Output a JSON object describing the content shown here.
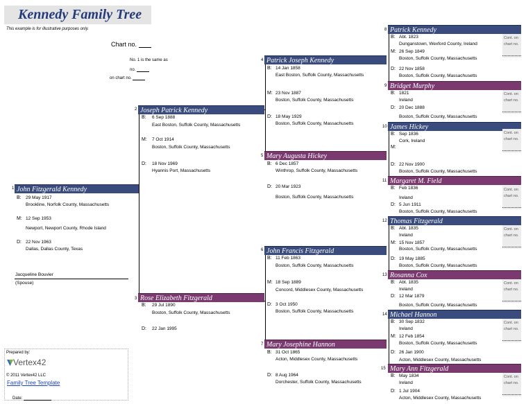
{
  "header": {
    "title": "Kennedy Family Tree",
    "disclaimer": "This example is for illustrative purposes only."
  },
  "chart_info": {
    "chart_no_label": "Chart no.",
    "no1_label_line1": "No. 1 is the same as",
    "no1_label_line2": "no.",
    "no1_label_line3": "on chart no."
  },
  "field_labels": {
    "born": "B:",
    "married": "M:",
    "died": "D:"
  },
  "cont_labels": {
    "line1": "Cont. on",
    "line2": "chart no."
  },
  "people": {
    "p1": {
      "num": "1",
      "name": "John Fitzgerald Kennedy",
      "b_date": "29 May 1917",
      "b_place": "Brookline, Norfolk County, Massachusetts",
      "m_date": "12 Sep 1953",
      "m_place": "Newport, Newport County, Rhode Island",
      "d_date": "22 Nov 1963",
      "d_place": "Dallas, Dallas County, Texas"
    },
    "spouse": {
      "name": "Jacqueline Bouvier",
      "label": "(Spouse)"
    },
    "p2": {
      "num": "2",
      "name": "Joseph Patrick Kennedy",
      "b_date": "6 Sep 1888",
      "b_place": "East Boston, Suffolk County, Massachusetts",
      "m_date": "7 Oct 1914",
      "m_place": "Boston, Suffolk County, Massachusetts",
      "d_date": "18 Nov 1969",
      "d_place": "Hyannis Port, Massachusetts"
    },
    "p3": {
      "num": "3",
      "name": "Rose Elizabeth Fitzgerald",
      "b_date": "29 Jul 1890",
      "b_place": "Boston, Suffolk County, Massachusetts",
      "d_date": "22 Jan 1995"
    },
    "p4": {
      "num": "4",
      "name": "Patrick Joseph Kennedy",
      "b_date": "14 Jan 1858",
      "b_place": "East Boston, Suffolk County, Massachusetts",
      "m_date": "23 Nov 1887",
      "m_place": "Boston, Suffolk County, Massachusetts",
      "d_date": "18 May 1929",
      "d_place": "Boston, Suffolk County, Massachusetts"
    },
    "p5": {
      "num": "5",
      "name": "Mary Augusta Hickey",
      "b_date": "6 Dec 1857",
      "b_place": "Winthrop, Suffolk County, Massachusetts",
      "d_date": "20 Mar 1923",
      "d_place": "Boston, Suffolk County, Massachusetts"
    },
    "p6": {
      "num": "6",
      "name": "John Francis Fitzgerald",
      "b_date": "11 Feb 1863",
      "b_place": "Boston, Suffolk County, Massachusetts",
      "m_date": "18 Sep 1889",
      "m_place": "Concord, Middlesex County, Massachusetts",
      "d_date": "3 Oct 1950",
      "d_place": "Boston, Suffolk County, Massachusetts"
    },
    "p7": {
      "num": "7",
      "name": "Mary Josephine Hannon",
      "b_date": "31 Oct 1865",
      "b_place": "Acton, Middlesex County, Massachusetts",
      "d_date": "8 Aug 1964",
      "d_place": "Dorchester, Suffolk County, Massachusetts"
    },
    "p8": {
      "num": "8",
      "name": "Patrick Kennedy",
      "b_date": "Abt. 1823",
      "b_place": "Dunganstown, Wexford County, Ireland",
      "m_date": "26 Sep 1849",
      "m_place": "Boston, Suffolk County, Massachusetts",
      "d_date": "22 Nov 1858",
      "d_place": "Boston, Suffolk County, Massachusetts"
    },
    "p9": {
      "num": "9",
      "name": "Bridget Murphy",
      "b_date": "1821",
      "b_place": "Ireland",
      "d_date": "20 Dec 1888",
      "d_place": "Boston, Suffolk County, Massachusetts"
    },
    "p10": {
      "num": "10",
      "name": "James Hickey",
      "b_date": "Sep 1836",
      "b_place": "Cork, Ireland",
      "d_date": "22 Nov 1900",
      "d_place": "Boston, Suffolk County, Massachusetts"
    },
    "p11": {
      "num": "11",
      "name": "Margaret M. Field",
      "b_date": "Feb 1836",
      "b_place": "Ireland",
      "d_date": "5 Jun 1911",
      "d_place": "Boston, Suffolk County, Massachusetts"
    },
    "p12": {
      "num": "12",
      "name": "Thomas Fitzgerald",
      "b_date": "Abt. 1835",
      "b_place": "Ireland",
      "m_date": "15 Nov 1857",
      "m_place": "Boston, Suffolk County, Massachusetts",
      "d_date": "19 May 1885",
      "d_place": "Boston, Suffolk County, Massachusetts"
    },
    "p13": {
      "num": "13",
      "name": "Rosanna Cox",
      "b_date": "Abt. 1835",
      "b_place": "Ireland",
      "d_date": "12 Mar 1879",
      "d_place": "Boston, Suffolk County, Massachusetts"
    },
    "p14": {
      "num": "14",
      "name": "Michael Hannon",
      "b_date": "30 Sep 1832",
      "b_place": "Ireland",
      "m_date": "12 Feb 1854",
      "m_place": "Boston, Suffolk County, Massachusetts",
      "d_date": "26 Jan 1900",
      "d_place": "Acton, Middlesex County, Massachusetts"
    },
    "p15": {
      "num": "15",
      "name": "Mary Ann Fitzgerald",
      "b_date": "May 1834",
      "b_place": "Ireland",
      "d_date": "1 Jul 1904",
      "d_place": "Acton, Middlesex County, Massachusetts"
    }
  },
  "footer": {
    "prepared_by": "Prepared by:",
    "logo_text": "Vertex42",
    "copyright": "© 2011 Vertex42 LLC",
    "link_text": "Family Tree Template",
    "date_label": "Date:"
  },
  "colors": {
    "male_bar": "#3a4b7d",
    "female_bar": "#7b3a6f",
    "title": "#253a78"
  }
}
